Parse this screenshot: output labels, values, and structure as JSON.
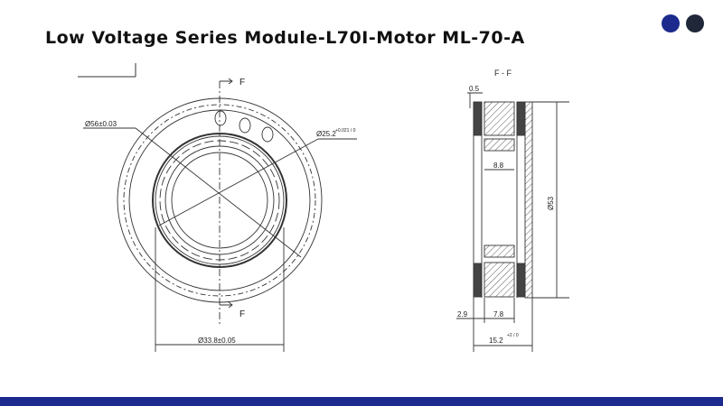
{
  "slide": {
    "title": "Low Voltage Series Module-L70I-Motor ML-70-A"
  },
  "front_view": {
    "section_marker_top": "F",
    "section_marker_bottom": "F",
    "dim_outer": "Ø56±0.03",
    "dim_bore": "Ø25.2",
    "dim_bore_tol": "+0.021 / 0",
    "dim_inner": "Ø33.8±0.05"
  },
  "section_view": {
    "label": "F - F",
    "dim_gap": "0.5",
    "dim_inner_width": "8.8",
    "dim_diameter": "Ø53",
    "dim_offset": "2.9",
    "dim_rotor_width": "7.8",
    "dim_total": "15.2",
    "dim_total_tol": "+2 / 0"
  },
  "colors": {
    "accent": "#1b2a8c",
    "dark": "#1f2738"
  }
}
